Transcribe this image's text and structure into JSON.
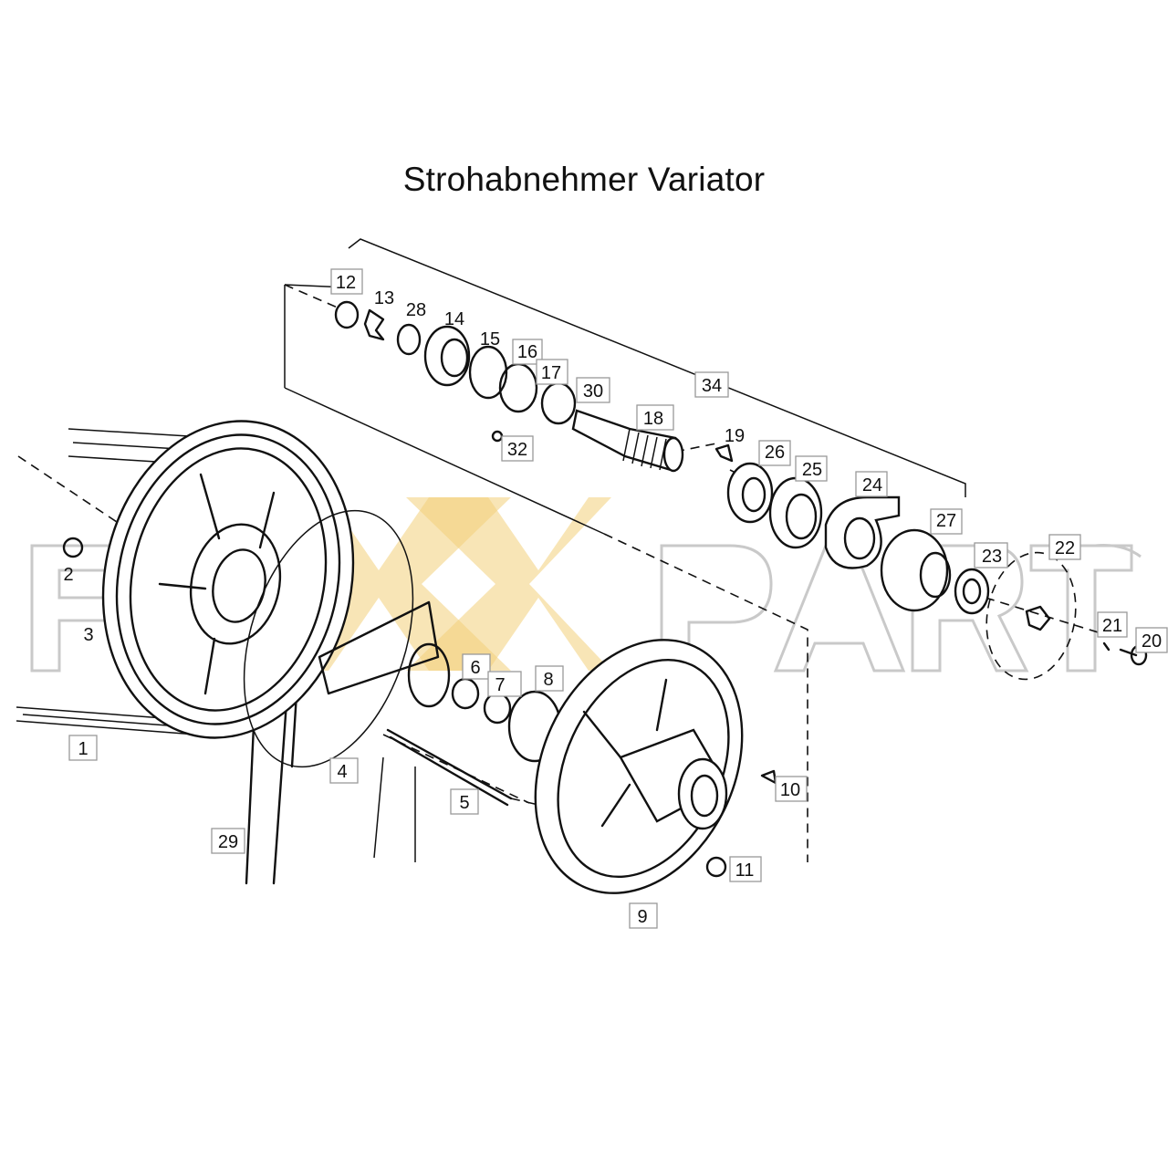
{
  "title": "Strohabnehmer Variator",
  "watermark": {
    "text": "FUXX PARTS",
    "colors": {
      "x_fill": "#f3cf7a",
      "outline": "#c9c9c9"
    }
  },
  "callouts": [
    "1",
    "2",
    "3",
    "4",
    "5",
    "6",
    "7",
    "8",
    "9",
    "10",
    "11",
    "12",
    "13",
    "14",
    "15",
    "16",
    "17",
    "18",
    "19",
    "20",
    "21",
    "22",
    "23",
    "24",
    "25",
    "26",
    "27",
    "28",
    "29",
    "30",
    "32",
    "34"
  ]
}
